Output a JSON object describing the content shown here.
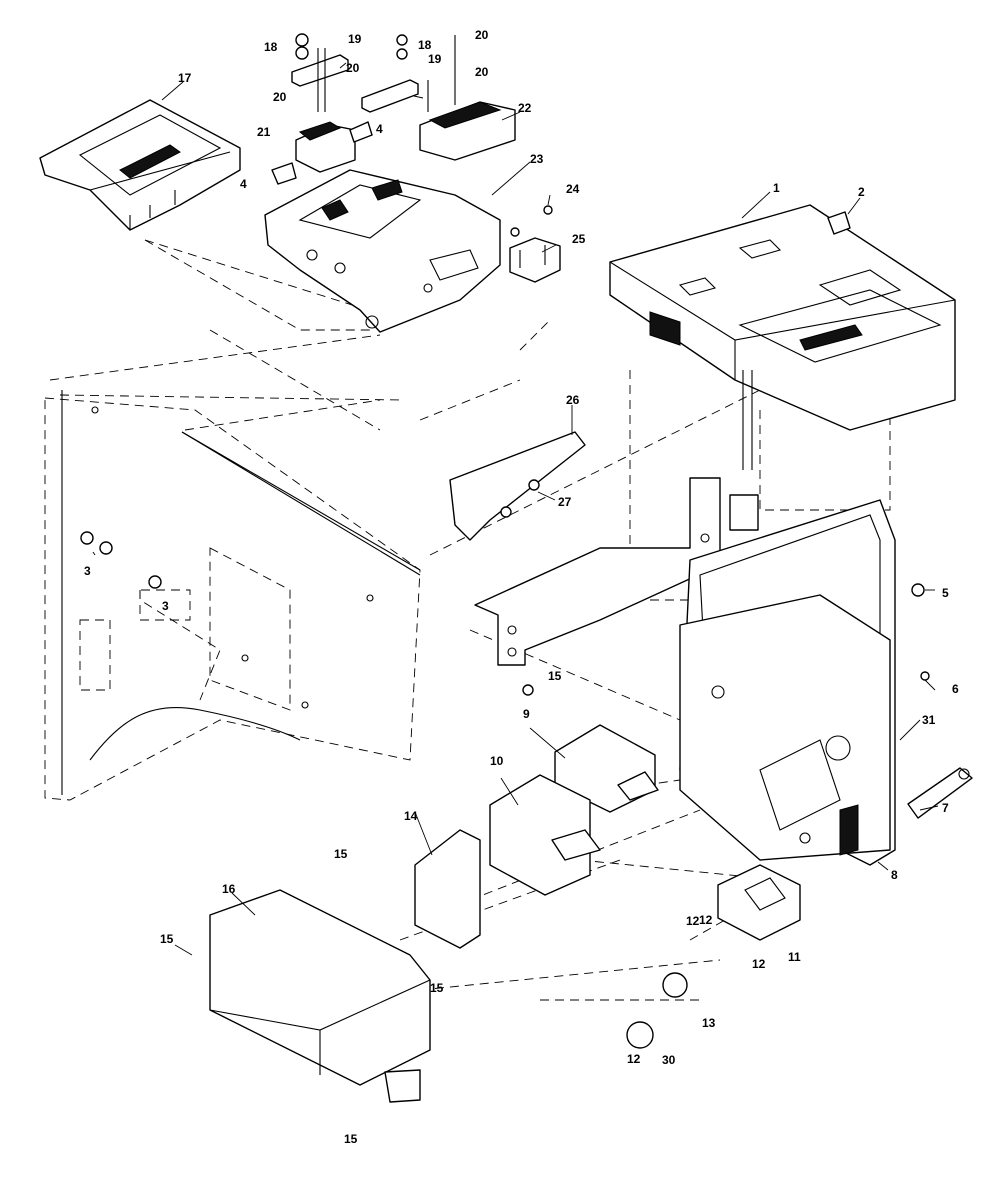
{
  "callouts": [
    "1",
    "2",
    "3",
    "3",
    "4",
    "4",
    "5",
    "6",
    "7",
    "8",
    "9",
    "10",
    "11",
    "12",
    "12",
    "12",
    "12",
    "13",
    "14",
    "15",
    "15",
    "15",
    "15",
    "15",
    "16",
    "17",
    "18",
    "18",
    "19",
    "19",
    "20",
    "20",
    "20",
    "20",
    "21",
    "22",
    "23",
    "24",
    "25",
    "26",
    "27",
    "30",
    "31"
  ]
}
